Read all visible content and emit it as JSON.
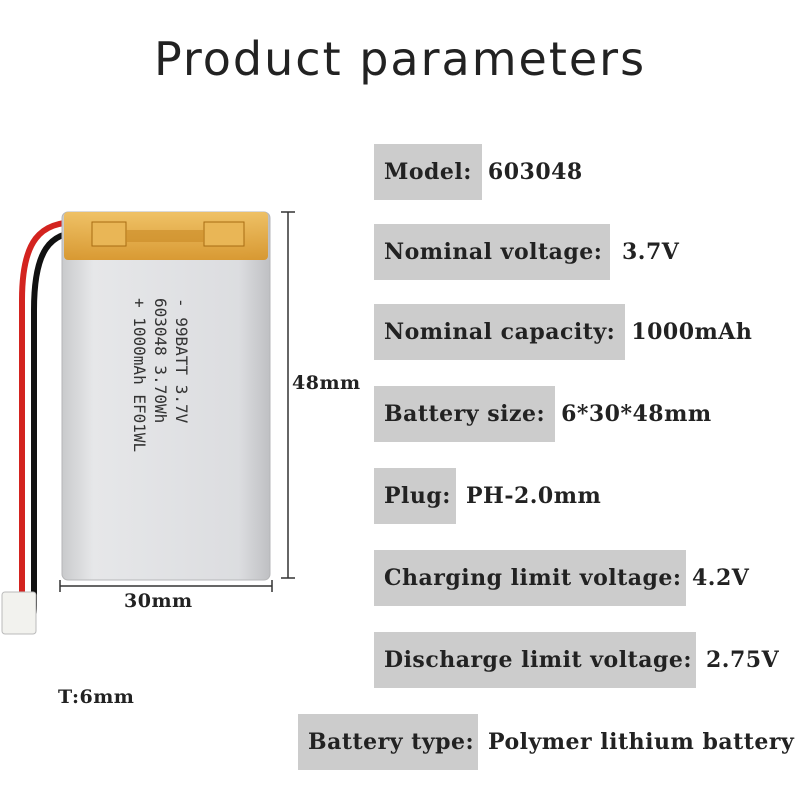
{
  "title": "Product parameters",
  "battery": {
    "cell_lines": [
      "- 99BATT 3.7V",
      "603048 3.70Wh",
      "+ 1000mAh EF01WL"
    ],
    "height_label": "48mm",
    "width_label": "30mm",
    "thickness_label": "T:6mm"
  },
  "params": [
    {
      "label": "Model:",
      "value": "603048"
    },
    {
      "label": "Nominal voltage:",
      "value": "3.7V"
    },
    {
      "label": "Nominal capacity:",
      "value": "1000mAh"
    },
    {
      "label": "Battery size:",
      "value": "6*30*48mm"
    },
    {
      "label": "Plug:",
      "value": "PH-2.0mm"
    },
    {
      "label": "Charging limit voltage:",
      "value": "4.2V"
    },
    {
      "label": "Discharge limit voltage:",
      "value": "2.75V"
    },
    {
      "label": "Battery type:",
      "value": "Polymer lithium battery"
    }
  ],
  "colors": {
    "label_bg": "#cccccc",
    "tape": "#e0a83a",
    "cell": "#d9dadc",
    "wire_red": "#d3231f",
    "wire_black": "#111111"
  }
}
